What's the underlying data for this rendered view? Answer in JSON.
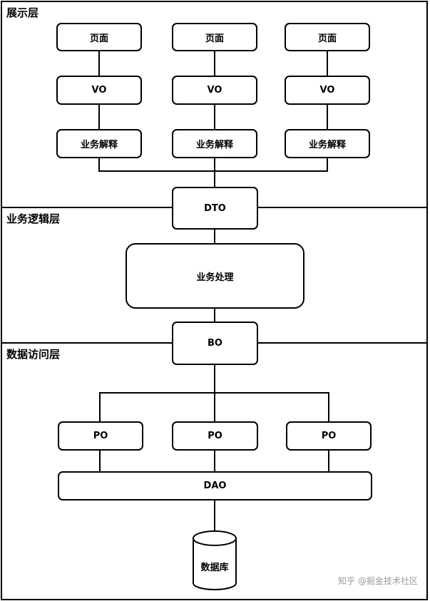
{
  "layers": {
    "presentation": "展示层",
    "business": "业务逻辑层",
    "data_access": "数据访问层"
  },
  "nodes": {
    "page": "页面",
    "vo": "VO",
    "interpret": "业务解释",
    "dto": "DTO",
    "process": "业务处理",
    "bo": "BO",
    "po": "PO",
    "dao": "DAO",
    "database": "数据库"
  },
  "watermark": "知乎 @掘金技术社区"
}
